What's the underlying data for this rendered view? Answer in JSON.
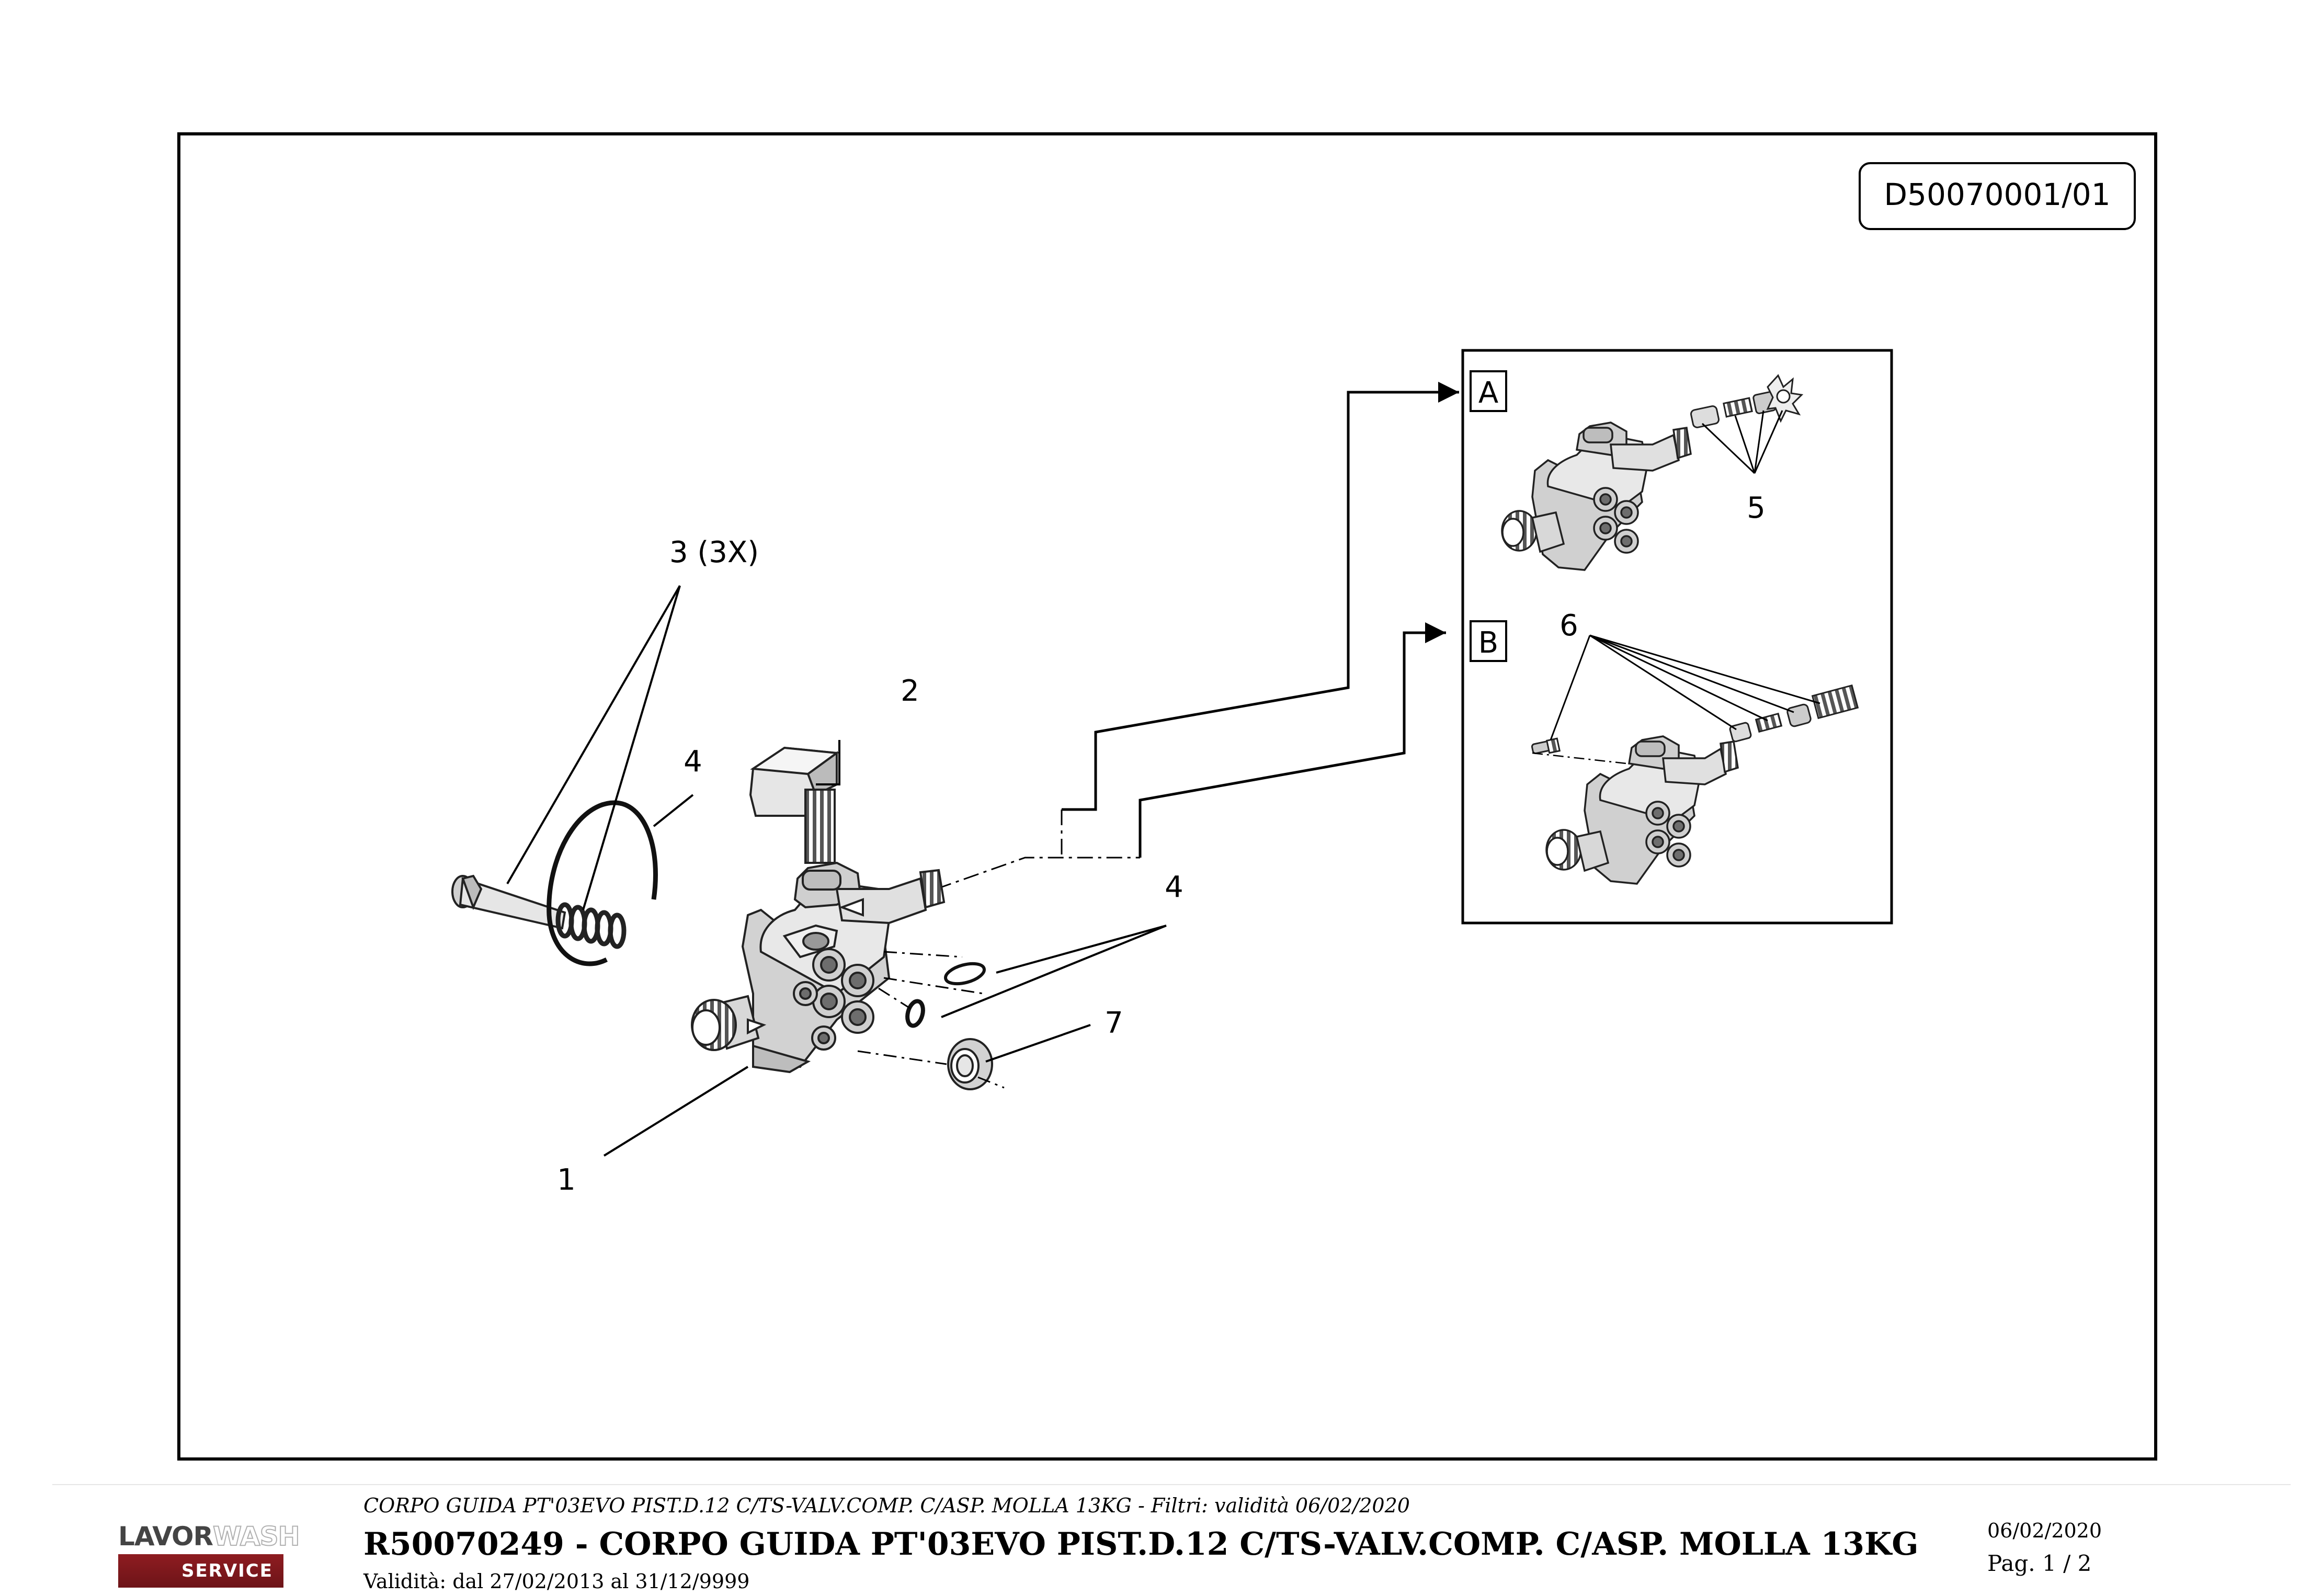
{
  "drawing_code": "D50070001/01",
  "detail_a_label": "A",
  "detail_b_label": "B",
  "callouts": {
    "c1": "1",
    "c2": "2",
    "c3": "3 (3X)",
    "c4_left": "4",
    "c4_right": "4",
    "c5": "5",
    "c6": "6",
    "c7": "7"
  },
  "footer": {
    "subtitle": "CORPO GUIDA PT'03EVO PIST.D.12 C/TS-VALV.COMP. C/ASP. MOLLA 13KG - Filtri: validità 06/02/2020",
    "title": "R50070249 - CORPO GUIDA PT'03EVO PIST.D.12 C/TS-VALV.COMP. C/ASP. MOLLA 13KG",
    "validity": "Validità: dal 27/02/2013 al 31/12/9999",
    "date": "06/02/2020",
    "page": "Pag. 1 / 2"
  },
  "logo": {
    "brand_dark": "LAVOR",
    "brand_light": "WASH",
    "service": "SERVICE"
  }
}
